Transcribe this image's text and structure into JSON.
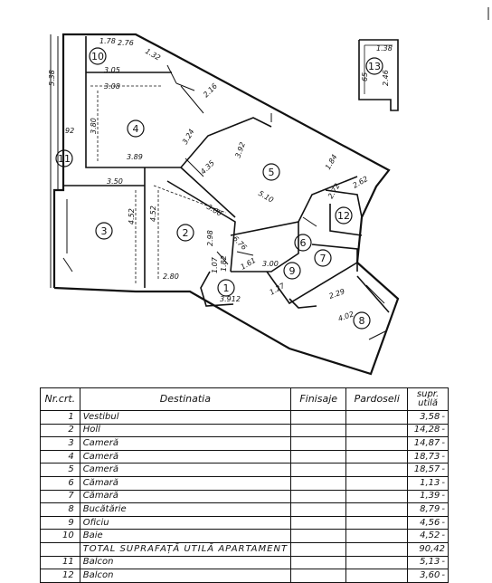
{
  "plan": {
    "rooms": [
      {
        "num": "1"
      },
      {
        "num": "2"
      },
      {
        "num": "3"
      },
      {
        "num": "4"
      },
      {
        "num": "5"
      },
      {
        "num": "6"
      },
      {
        "num": "7"
      },
      {
        "num": "8"
      },
      {
        "num": "9"
      },
      {
        "num": "10"
      },
      {
        "num": "11"
      },
      {
        "num": "12"
      },
      {
        "num": "13"
      }
    ],
    "dims": [
      "1.78",
      "2.76",
      "3.05",
      "3.08",
      "5.38",
      "92",
      "3.80",
      "3.89",
      "3.24",
      "3.50",
      "4.52",
      "4.52",
      "3.00",
      "2.98",
      "2.80",
      "3.92",
      "5.10",
      "6.76",
      "1.32",
      "1.38",
      "2.46",
      "3.00",
      "2.29",
      "4.02",
      "1.27",
      "1.61",
      "1.07",
      "1.82",
      "3.912",
      "65",
      "2.16",
      "1.84",
      "2.72",
      "4.35",
      "2.62"
    ]
  },
  "table": {
    "headers": {
      "nr": "Nr.crt.",
      "dest": "Destinatia",
      "fin": "Finisaje",
      "pard": "Pardoseli",
      "supr_1": "supr.",
      "supr_2": "utilă"
    },
    "rows": [
      {
        "nr": "1",
        "dest": "Vestibul",
        "supr": "3,58"
      },
      {
        "nr": "2",
        "dest": "Holl",
        "supr": "14,28"
      },
      {
        "nr": "3",
        "dest": "Cameră",
        "supr": "14,87"
      },
      {
        "nr": "4",
        "dest": "Cameră",
        "supr": "18,73"
      },
      {
        "nr": "5",
        "dest": "Cameră",
        "supr": "18,57"
      },
      {
        "nr": "6",
        "dest": "Cămară",
        "supr": "1,13"
      },
      {
        "nr": "7",
        "dest": "Cămară",
        "supr": "1,39"
      },
      {
        "nr": "8",
        "dest": "Bucătărie",
        "supr": "8,79"
      },
      {
        "nr": "9",
        "dest": "Oficiu",
        "supr": "4,56"
      },
      {
        "nr": "10",
        "dest": "Baie",
        "supr": "4,52"
      },
      {
        "nr": "",
        "dest": "TOTAL  SUPRAFAȚĂ  UTILĂ  APARTAMENT",
        "supr": "90,42"
      },
      {
        "nr": "11",
        "dest": "Balcon",
        "supr": "5,13"
      },
      {
        "nr": "12",
        "dest": "Balcon",
        "supr": "3,60"
      }
    ]
  }
}
